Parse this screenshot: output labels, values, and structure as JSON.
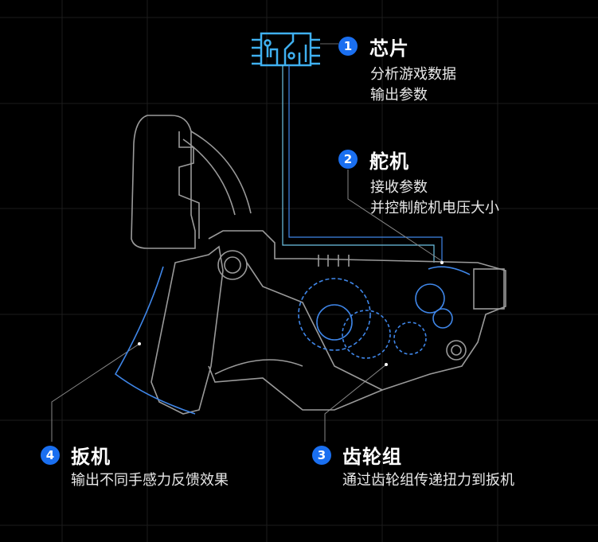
{
  "callouts": [
    {
      "number": "1",
      "title": "芯片",
      "lines": [
        "分析游戏数据",
        "输出参数"
      ]
    },
    {
      "number": "2",
      "title": "舵机",
      "lines": [
        "接收参数",
        "并控制舵机电压大小"
      ]
    },
    {
      "number": "3",
      "title": "齿轮组",
      "lines": [
        "通过齿轮组传递扭力到扳机"
      ]
    },
    {
      "number": "4",
      "title": "扳机",
      "lines": [
        "输出不同手感力反馈效果"
      ]
    }
  ],
  "colors": {
    "accent": "#1a6ff0",
    "line_blue": "#3f86e8",
    "outline": "#9a9a9a",
    "background": "#000000"
  }
}
